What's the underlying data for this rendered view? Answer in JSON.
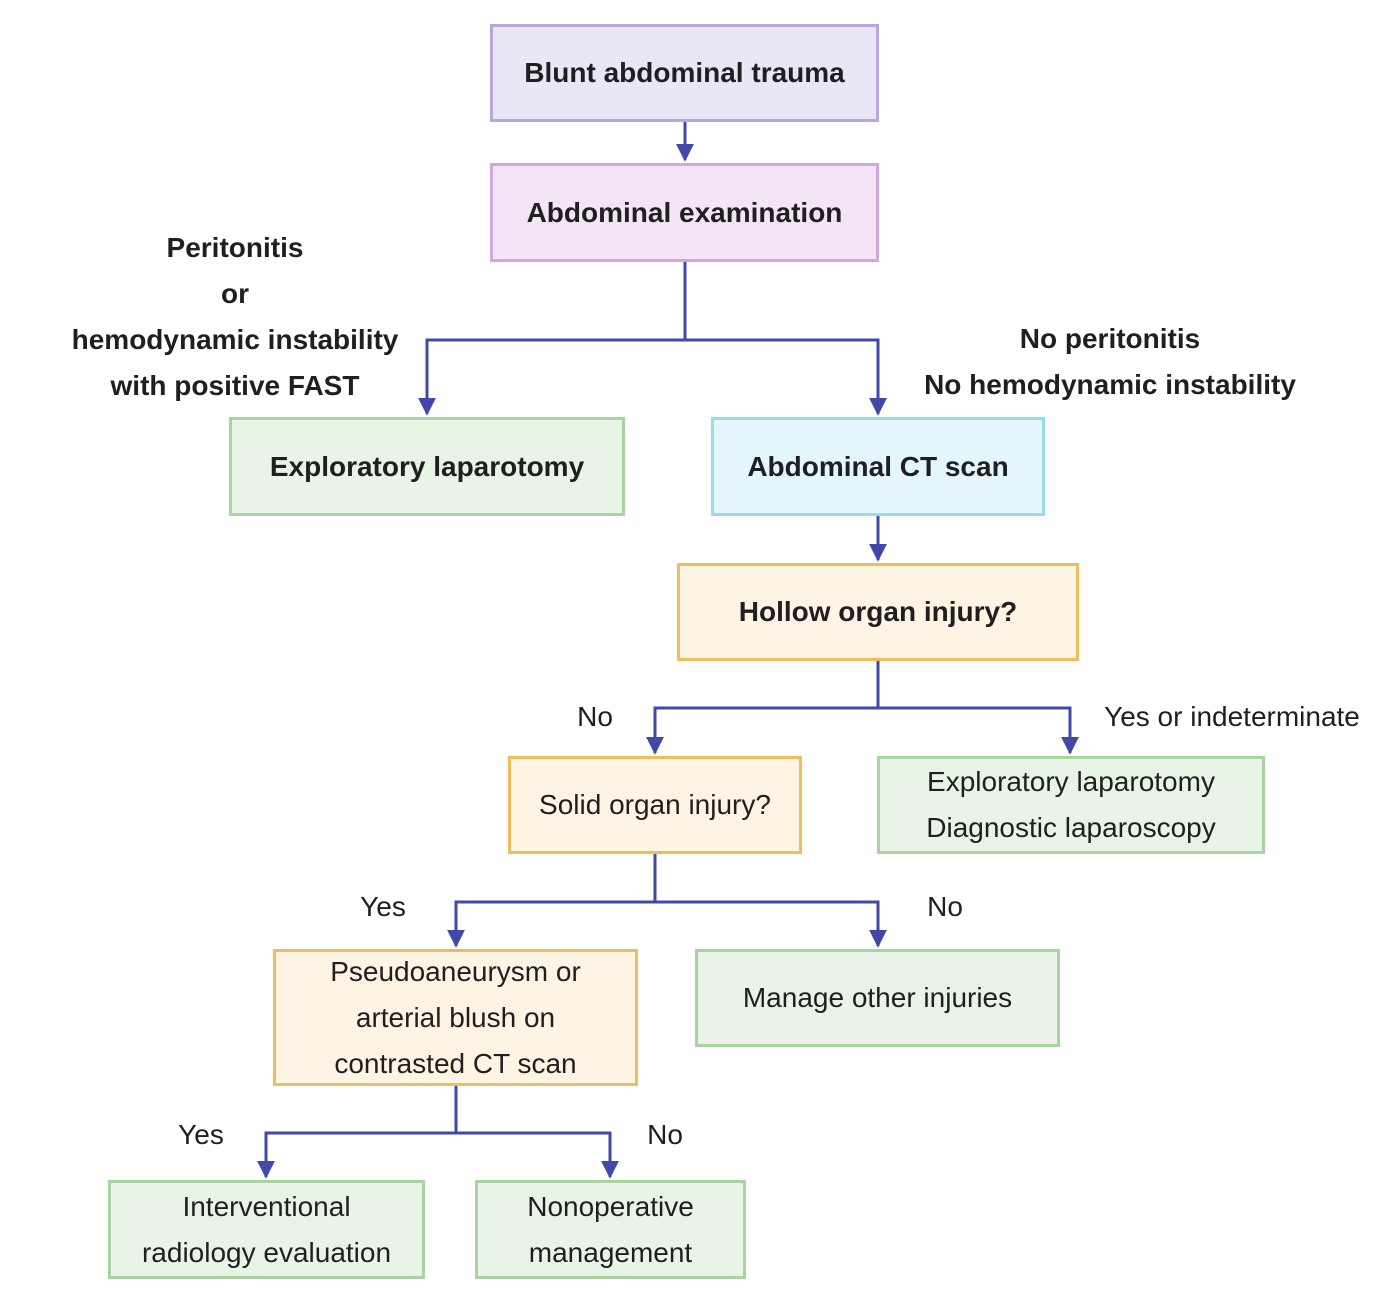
{
  "nodes": {
    "blunt": "Blunt abdominal trauma",
    "exam": "Abdominal examination",
    "ex_lap": "Exploratory laparotomy",
    "ct": "Abdominal CT scan",
    "hollow": "Hollow organ injury?",
    "solid": "Solid organ injury?",
    "ex_lap2": [
      "Exploratory laparotomy",
      "Diagnostic laparoscopy"
    ],
    "pseudo": [
      "Pseudoaneurysm or",
      "arterial blush on",
      "contrasted CT scan"
    ],
    "manage": "Manage other injuries",
    "ir": [
      "Interventional",
      "radiology evaluation"
    ],
    "nonop": [
      "Nonoperative",
      "management"
    ]
  },
  "labels": {
    "peritonitis": [
      "Peritonitis",
      "or",
      "hemodynamic instability",
      "with positive FAST"
    ],
    "no_peritonitis": [
      "No peritonitis",
      "No hemodynamic instability"
    ],
    "hollow_no": "No",
    "hollow_yes": "Yes or indeterminate",
    "solid_yes": "Yes",
    "solid_no": "No",
    "pseudo_yes": "Yes",
    "pseudo_no": "No"
  },
  "colors": {
    "arrow": "#4048a8",
    "purple_fill": "#ebe6f6",
    "pink_fill": "#f3e5f5",
    "green_fill": "#e8f4e6",
    "blue_fill": "#e3f6fb",
    "orange_fill": "#fdf4e4"
  }
}
